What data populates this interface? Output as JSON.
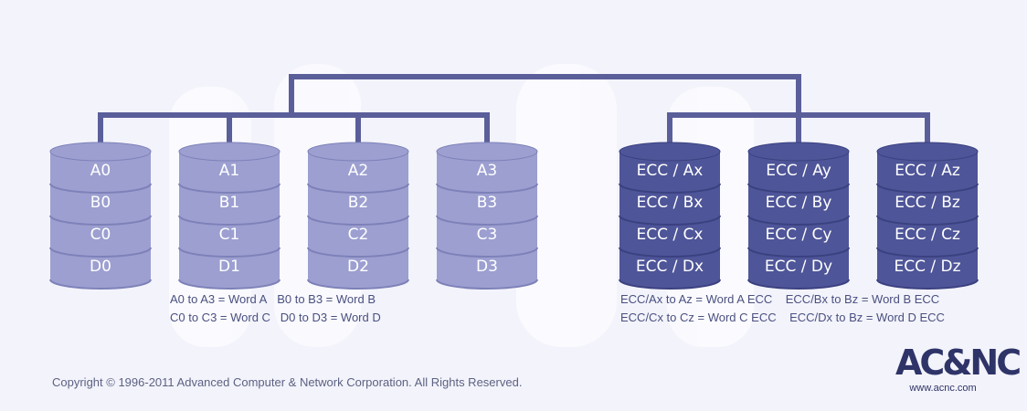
{
  "data_disks": [
    {
      "blocks": [
        "A0",
        "B0",
        "C0",
        "D0"
      ]
    },
    {
      "blocks": [
        "A1",
        "B1",
        "C1",
        "D1"
      ]
    },
    {
      "blocks": [
        "A2",
        "B2",
        "C2",
        "D2"
      ]
    },
    {
      "blocks": [
        "A3",
        "B3",
        "C3",
        "D3"
      ]
    }
  ],
  "ecc_disks": [
    {
      "blocks": [
        "ECC / Ax",
        "ECC / Bx",
        "ECC / Cx",
        "ECC / Dx"
      ]
    },
    {
      "blocks": [
        "ECC / Ay",
        "ECC / By",
        "ECC / Cy",
        "ECC / Dy"
      ]
    },
    {
      "blocks": [
        "ECC / Az",
        "ECC / Bz",
        "ECC / Cz",
        "ECC / Dz"
      ]
    }
  ],
  "data_notes": {
    "line1a": "A0 to A3 = Word A",
    "line1b": "B0 to B3 = Word B",
    "line2a": "C0 to C3 = Word C",
    "line2b": "D0 to D3 = Word D"
  },
  "ecc_notes": {
    "line1a": "ECC/Ax to Az = Word A ECC",
    "line1b": "ECC/Bx to Bz = Word B ECC",
    "line2a": "ECC/Cx to Cz = Word C ECC",
    "line2b": "ECC/Dx to Bz = Word D ECC"
  },
  "copyright": "Copyright © 1996-2011 Advanced Computer & Network Corporation. All Rights Reserved.",
  "logo": {
    "mark": "AC&NC",
    "url": "www.acnc.com"
  },
  "colors": {
    "data_disk": "#9c9fd0",
    "data_disk_dark": "#7d81b8",
    "ecc_disk": "#4e5598",
    "ecc_disk_dark": "#3b4180",
    "connector": "#5a5f9a",
    "background": "#f3f3fb"
  }
}
